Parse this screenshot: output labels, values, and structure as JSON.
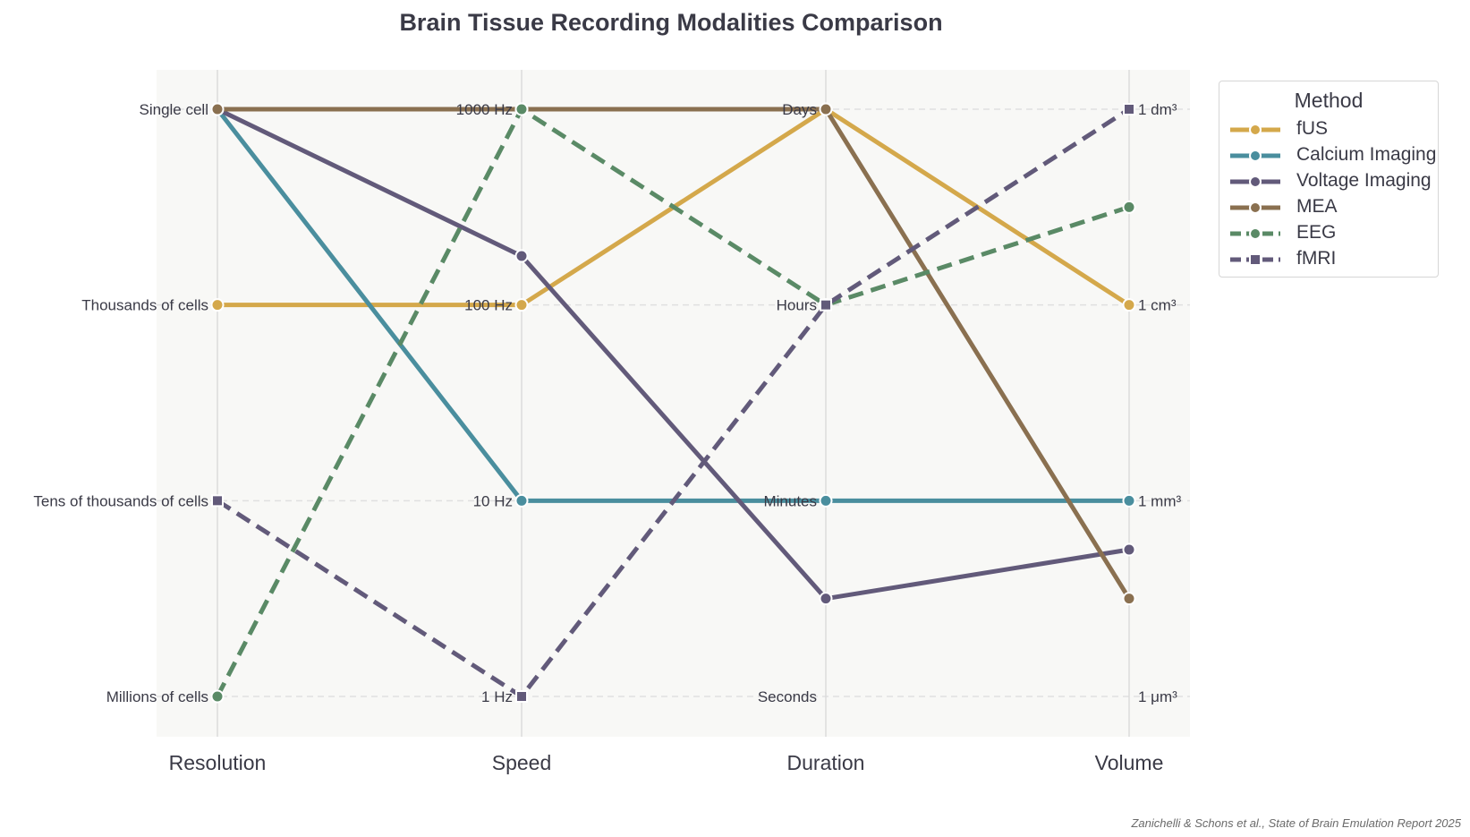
{
  "chart_data": {
    "type": "line",
    "subtype": "parallel-coordinates",
    "title": "Brain Tissue Recording Modalities Comparison",
    "axes": [
      {
        "name": "Resolution",
        "ticks": [
          "Millions of cells",
          "Tens of thousands of cells",
          "Thousands of cells",
          "Single cell"
        ]
      },
      {
        "name": "Speed",
        "ticks": [
          "1 Hz",
          "10 Hz",
          "100 Hz",
          "1000 Hz"
        ]
      },
      {
        "name": "Duration",
        "ticks": [
          "Seconds",
          "Minutes",
          "Hours",
          "Days"
        ]
      },
      {
        "name": "Volume",
        "ticks": [
          "1 μm³",
          "1 mm³",
          "1 cm³",
          "1 dm³"
        ]
      }
    ],
    "ylim": [
      0,
      3
    ],
    "grid": true,
    "legend": {
      "title": "Method",
      "position": "top-right"
    },
    "series": [
      {
        "name": "fUS",
        "values": [
          2,
          2,
          3,
          2
        ],
        "color": "#d4a84b",
        "dash": "solid",
        "marker": "circle"
      },
      {
        "name": "Calcium Imaging",
        "values": [
          3,
          1,
          1,
          1
        ],
        "color": "#4a8e9e",
        "dash": "solid",
        "marker": "circle"
      },
      {
        "name": "Voltage Imaging",
        "values": [
          3,
          2.25,
          0.5,
          0.75
        ],
        "color": "#625a7a",
        "dash": "solid",
        "marker": "circle"
      },
      {
        "name": "MEA",
        "values": [
          3,
          3,
          3,
          0.5
        ],
        "color": "#8a7050",
        "dash": "solid",
        "marker": "circle"
      },
      {
        "name": "EEG",
        "values": [
          0,
          3,
          2,
          2.5
        ],
        "color": "#5a8a66",
        "dash": "dashed",
        "marker": "circle"
      },
      {
        "name": "fMRI",
        "values": [
          1,
          0,
          2,
          3
        ],
        "color": "#625a7a",
        "dash": "dashed",
        "marker": "square"
      }
    ]
  },
  "source_note": "Zanichelli & Schons et al., State of Brain Emulation Report 2025"
}
